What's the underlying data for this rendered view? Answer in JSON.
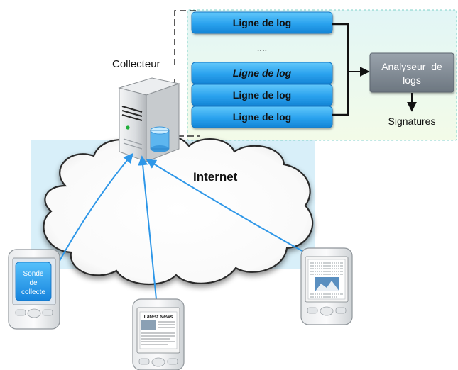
{
  "collector": {
    "label": "Collecteur"
  },
  "log_lines": {
    "top": "Ligne de log",
    "ellipsis": "....",
    "stack": [
      "Ligne de log",
      "Ligne de log",
      "Ligne de log"
    ]
  },
  "analyzer": {
    "line1": "Analyseur  de",
    "line2": "logs"
  },
  "signatures": {
    "label": "Signatures"
  },
  "internet": {
    "label": "Internet"
  },
  "probe": {
    "line1": "Sonde",
    "line2": "de",
    "line3": "collecte"
  },
  "news_phone": {
    "headline": "Latest News"
  },
  "colors": {
    "log_box_top": "#5fc4f7",
    "log_box_bottom": "#1a8fe0",
    "analyzer_box": "#7d8791",
    "arrow_blue": "#2e97e8",
    "highlight_panel": "#e4f5f5",
    "sky_panel": "#d7eef8"
  },
  "icons": {
    "server": "server-tower-icon",
    "database": "database-cylinder-icon",
    "cloud": "cloud-icon",
    "phone": "smartphone-icon"
  }
}
